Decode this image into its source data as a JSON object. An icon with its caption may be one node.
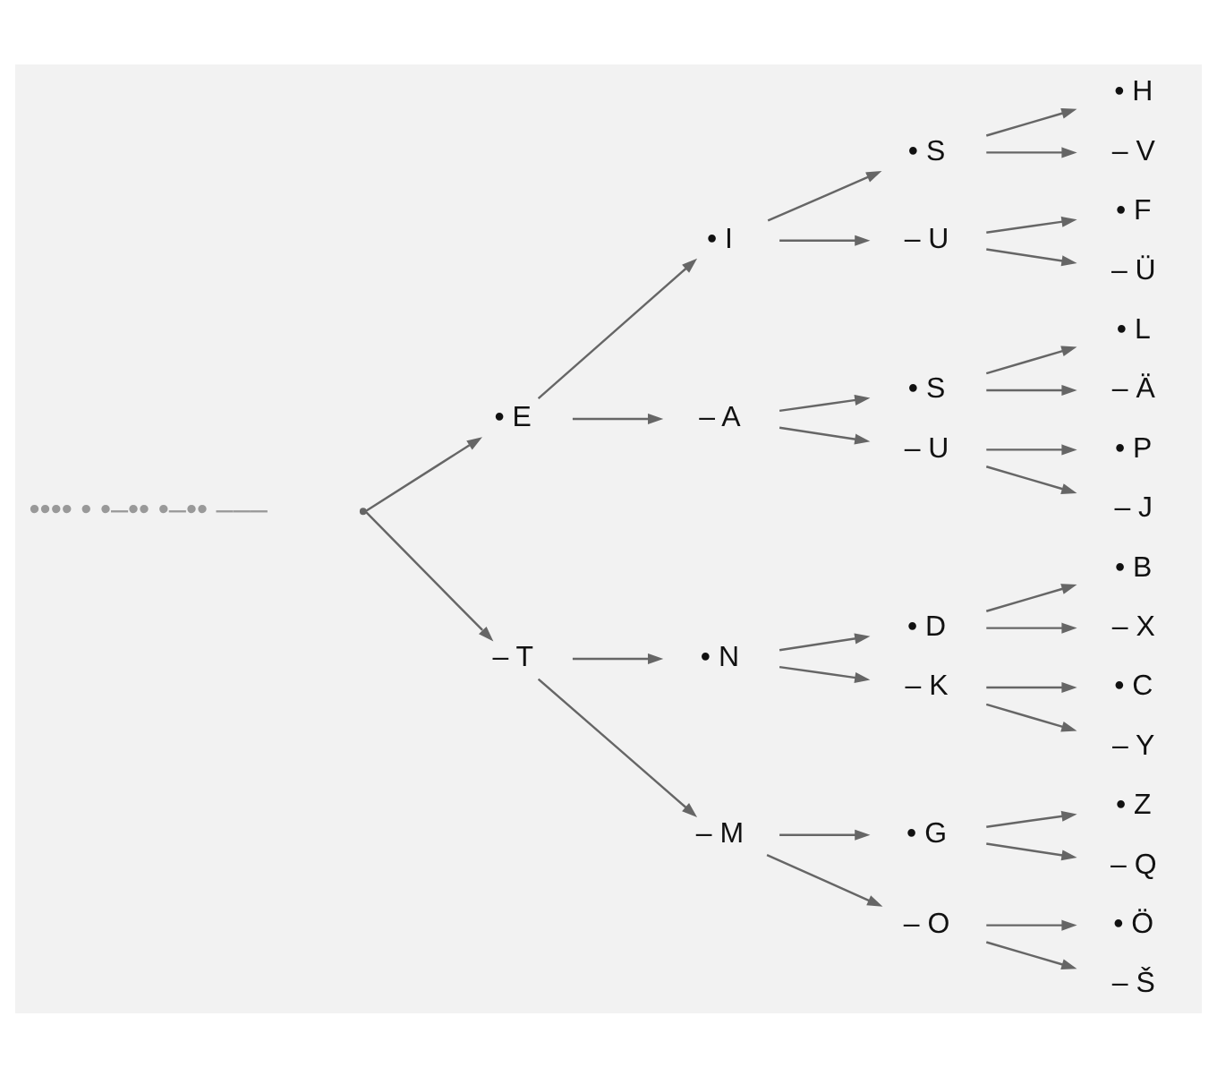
{
  "diagram": {
    "nodes": [
      {
        "text": [
          "• E"
        ]
      },
      {
        "text": [
          "• I"
        ]
      },
      {
        "text": [
          "• S"
        ]
      },
      {
        "text": [
          "• H"
        ]
      },
      {
        "text": [
          "– V"
        ]
      },
      {
        "text": [
          "– U"
        ]
      },
      {
        "text": [
          "• F"
        ]
      },
      {
        "text": [
          "– Ü"
        ]
      },
      {
        "text": [
          "– A"
        ]
      },
      {
        "text": [
          "• S"
        ]
      },
      {
        "text": [
          "• L"
        ]
      },
      {
        "text": [
          "– Ä"
        ]
      },
      {
        "text": [
          "– U"
        ]
      },
      {
        "text": [
          "• P"
        ]
      },
      {
        "text": [
          "– J"
        ]
      },
      {
        "text": [
          "– T"
        ]
      },
      {
        "text": [
          "• N"
        ]
      },
      {
        "text": [
          "• D"
        ]
      },
      {
        "text": [
          "• B"
        ]
      },
      {
        "text": [
          "– X"
        ]
      },
      {
        "text": [
          "– K"
        ]
      },
      {
        "text": [
          "• C"
        ]
      },
      {
        "text": [
          "– Y"
        ]
      },
      {
        "text": [
          "– M"
        ]
      },
      {
        "text": [
          "• G"
        ]
      },
      {
        "text": [
          "• Z"
        ]
      },
      {
        "text": [
          "– Q"
        ]
      },
      {
        "text": [
          "– O"
        ]
      },
      {
        "text": [
          "• Ö"
        ]
      },
      {
        "text": [
          "– Š"
        ]
      },
      {
        "text": [],
        "shape": "point"
      }
    ],
    "edges": [
      {
        "from": 30,
        "to": 0,
        "arrow": "to"
      },
      {
        "from": 0,
        "to": 1,
        "arrow": "to"
      },
      {
        "from": 1,
        "to": 2,
        "arrow": "to"
      },
      {
        "from": 2,
        "to": 3,
        "arrow": "to"
      },
      {
        "from": 2,
        "to": 4,
        "arrow": "to"
      },
      {
        "from": 1,
        "to": 5,
        "arrow": "to"
      },
      {
        "from": 5,
        "to": 6,
        "arrow": "to"
      },
      {
        "from": 5,
        "to": 7,
        "arrow": "to"
      },
      {
        "from": 0,
        "to": 8,
        "arrow": "to"
      },
      {
        "from": 8,
        "to": 9,
        "arrow": "to"
      },
      {
        "from": 9,
        "to": 10,
        "arrow": "to"
      },
      {
        "from": 9,
        "to": 11,
        "arrow": "to"
      },
      {
        "from": 8,
        "to": 12,
        "arrow": "to"
      },
      {
        "from": 12,
        "to": 13,
        "arrow": "to"
      },
      {
        "from": 12,
        "to": 14,
        "arrow": "to"
      },
      {
        "from": 30,
        "to": 15,
        "arrow": "to"
      },
      {
        "from": 15,
        "to": 16,
        "arrow": "to"
      },
      {
        "from": 16,
        "to": 17,
        "arrow": "to"
      },
      {
        "from": 17,
        "to": 18,
        "arrow": "to"
      },
      {
        "from": 17,
        "to": 19,
        "arrow": "to"
      },
      {
        "from": 16,
        "to": 20,
        "arrow": "to"
      },
      {
        "from": 20,
        "to": 21,
        "arrow": "to"
      },
      {
        "from": 20,
        "to": 22,
        "arrow": "to"
      },
      {
        "from": 15,
        "to": 23,
        "arrow": "to"
      },
      {
        "from": 23,
        "to": 24,
        "arrow": "to"
      },
      {
        "from": 24,
        "to": 25,
        "arrow": "to"
      },
      {
        "from": 24,
        "to": 26,
        "arrow": "to"
      },
      {
        "from": 23,
        "to": 27,
        "arrow": "to"
      },
      {
        "from": 27,
        "to": 28,
        "arrow": "to"
      },
      {
        "from": 27,
        "to": 29,
        "arrow": "to"
      }
    ],
    "labels": [
      "•••• • •–•• •–•• –––"
    ]
  }
}
